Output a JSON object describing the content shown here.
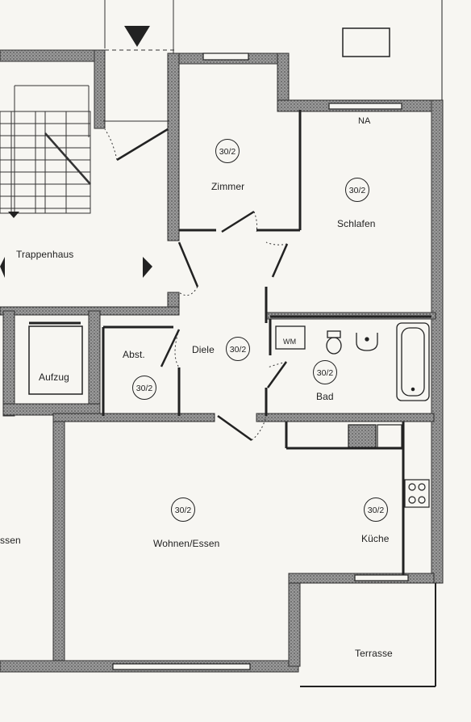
{
  "rooms": {
    "zimmer": {
      "label": "Zimmer",
      "tag": "30/2"
    },
    "schlafen": {
      "label": "Schlafen",
      "tag": "30/2"
    },
    "trappenhaus": {
      "label": "Trappenhaus"
    },
    "diele": {
      "label": "Diele",
      "tag": "30/2"
    },
    "abst": {
      "label": "Abst.",
      "tag": "30/2"
    },
    "aufzug": {
      "label": "Aufzug"
    },
    "bad": {
      "label": "Bad",
      "tag": "30/2"
    },
    "wohnen": {
      "label": "Wohnen/Essen",
      "tag": "30/2"
    },
    "kueche": {
      "label": "Küche",
      "tag": "30/2"
    },
    "terrasse": {
      "label": "Terrasse"
    },
    "essen_partial": {
      "label": "ssen"
    }
  },
  "fixtures": {
    "wm": "WM",
    "na": "NA"
  },
  "colors": {
    "wall": "#3a3a3a",
    "wall_fill": "#8c8c8c",
    "line": "#222222",
    "paper": "#f7f6f2"
  }
}
